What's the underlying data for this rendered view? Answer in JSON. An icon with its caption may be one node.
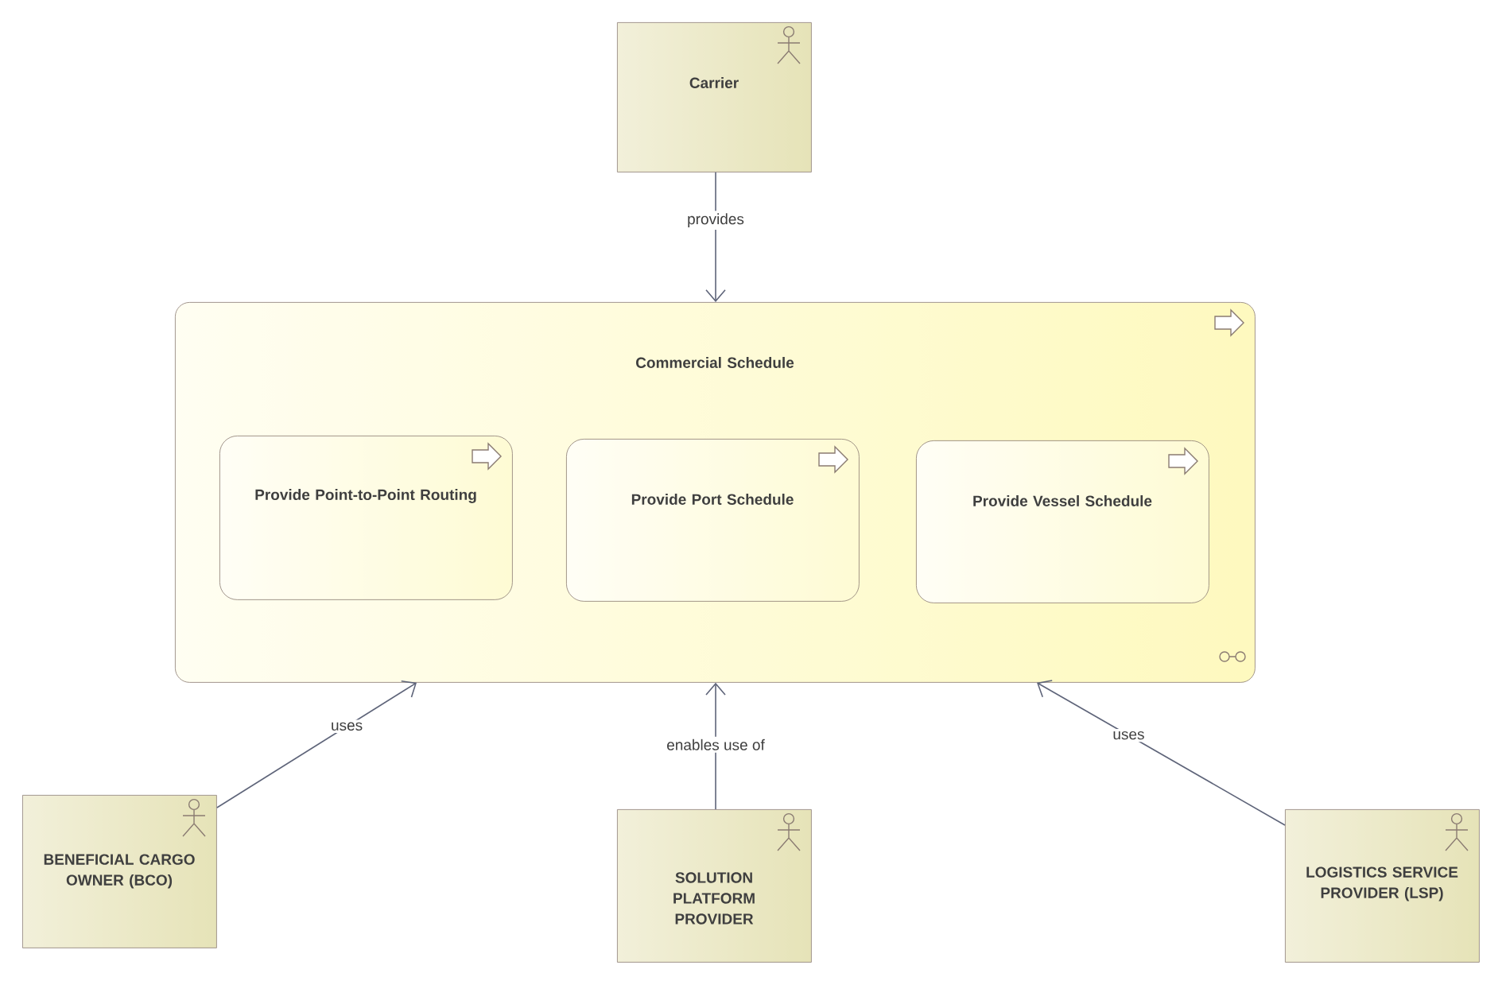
{
  "diagram": {
    "nodes": [
      {
        "text": [
          "Carrier"
        ]
      },
      {
        "text": [
          "Commercial Schedule"
        ]
      },
      {
        "text": [
          "Provide Point-to-Point Routing"
        ],
        "in": 1
      },
      {
        "text": [
          "Provide Port Schedule"
        ],
        "in": 1
      },
      {
        "text": [
          "Provide Vessel Schedule"
        ],
        "in": 1
      },
      {
        "text": [
          "BENEFICIAL CARGO OWNER (BCO)"
        ]
      },
      {
        "text": [
          "SOLUTION PLATFORM PROVIDER"
        ]
      },
      {
        "text": [
          "LOGISTICS SERVICE PROVIDER (LSP)"
        ]
      }
    ],
    "edges": [
      {
        "from": 0,
        "to": 1,
        "arrow": "to",
        "label": "provides"
      },
      {
        "from": 5,
        "to": 1,
        "arrow": "to",
        "label": "uses"
      },
      {
        "from": 6,
        "to": 1,
        "arrow": "to",
        "label": "enables use of"
      },
      {
        "from": 7,
        "to": 1,
        "arrow": "to",
        "label": "uses"
      }
    ]
  }
}
